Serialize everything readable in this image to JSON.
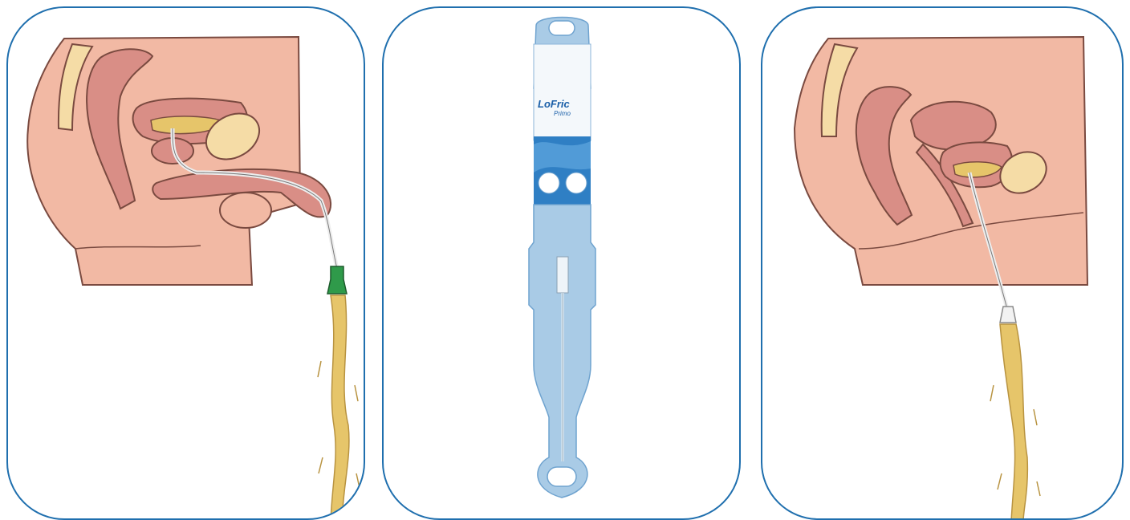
{
  "panels": [
    {
      "id": "male-catheterization"
    },
    {
      "id": "catheter-package"
    },
    {
      "id": "female-catheterization"
    }
  ],
  "package": {
    "brand": "LoFric",
    "subbrand": "Primo"
  },
  "colors": {
    "border": "#1f6fae",
    "skin": "#f2b9a4",
    "skin_light": "#f7d2c2",
    "organ": "#d98e86",
    "organ_dark": "#b36a66",
    "bone": "#f5dca6",
    "urine": "#e6c56a",
    "package_blue": "#a9cbe6",
    "water_blue": "#2f7fc4",
    "connector_green": "#2f9a4a"
  }
}
